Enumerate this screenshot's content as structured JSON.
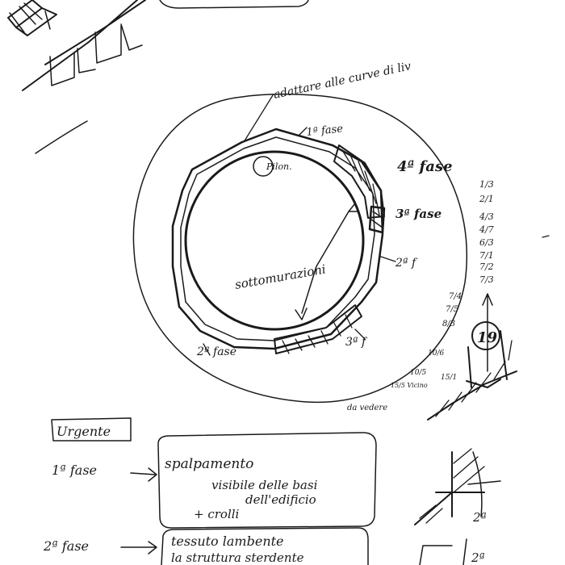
{
  "plan": {
    "label_top": "adattare alle curve di liv",
    "label_center": "sottomurazioni",
    "label_pilon": "Pilon.",
    "phase_1_top": "1ª fase",
    "phase_4": "4ª fase",
    "phase_3_right": "3ª fase",
    "phase_2_right": "2ª f",
    "phase_3_bottom": "3ª f",
    "phase_2_left": "2ª fase",
    "note_vedere": "da vedere"
  },
  "dates": [
    "1/3",
    "2/1",
    "4/3",
    "4/7",
    "6/3",
    "7/1",
    "7/2",
    "7/3",
    "7/4",
    "7/5",
    "8/3",
    "10/6",
    "10/5",
    "15/5 Vicino",
    "15/1"
  ],
  "circled_number": "19",
  "notes": {
    "heading": "Urgente",
    "fase1": {
      "label": "1ª fase",
      "lines": [
        "spalpamento",
        "visibile delle basi",
        "dell'edificio",
        "+ crolli"
      ]
    },
    "fase2": {
      "label": "2ª fase",
      "lines": [
        "tessuto lambente",
        "la struttura sterdente"
      ]
    },
    "corner_label_1": "2ª",
    "corner_label_2": "2ª"
  }
}
